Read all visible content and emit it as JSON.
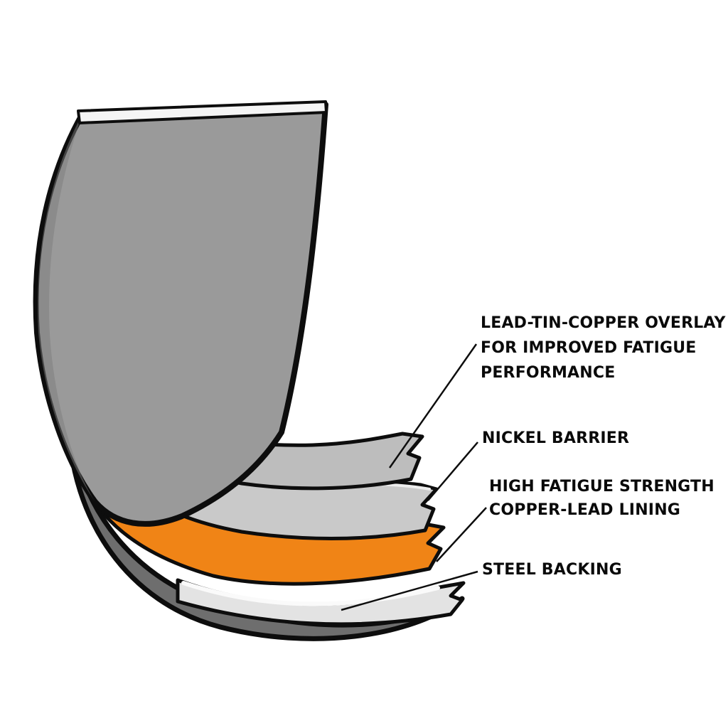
{
  "colors": {
    "background": "#ffffff",
    "outline": "#0d0d0d",
    "shell_gray": "#9a9a9a",
    "top_edge_light": "#f5f5f5",
    "overlay_gray": "#bdbdbd",
    "nickel_gray": "#c9c9c9",
    "copper_lead_orange": "#f08416",
    "steel_light": "#e3e3e3",
    "rim_dark": "#6e6e6e"
  },
  "labels": {
    "overlay": {
      "line1": "LEAD-TIN-COPPER OVERLAY",
      "line2": "FOR IMPROVED FATIGUE",
      "line3": "PERFORMANCE"
    },
    "nickel": {
      "line1": "NICKEL BARRIER"
    },
    "copper_lead": {
      "line1": "HIGH FATIGUE STRENGTH",
      "line2": "COPPER-LEAD LINING"
    },
    "steel": {
      "line1": "STEEL BACKING"
    }
  }
}
